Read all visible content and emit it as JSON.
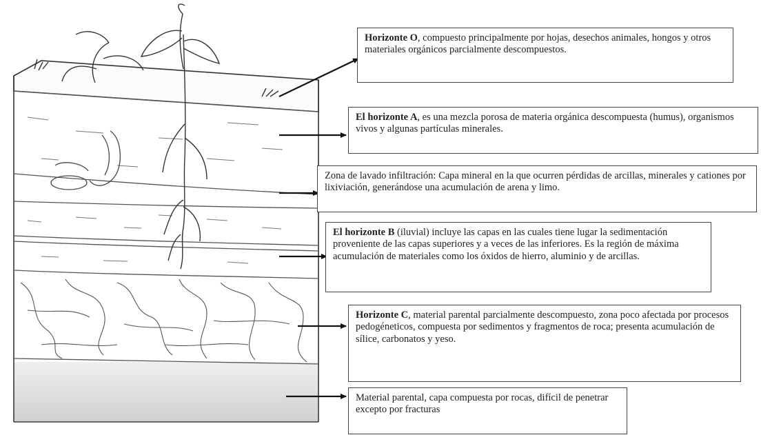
{
  "horizons": [
    {
      "bold": "Horizonte O",
      "text": ", compuesto principalmente por hojas, desechos animales, hongos y otros materiales orgánicos parcialmente descompuestos."
    },
    {
      "bold": "El horizonte A",
      "text": ", es una mezcla porosa de materia orgánica descompuesta (humus), organismos vivos y algunas partículas minerales."
    },
    {
      "bold": "",
      "text": "Zona de lavado infiltración: Capa mineral en la que ocurren pérdidas de arcillas, minerales y cationes por lixiviación, generándose una acumulación de arena y limo."
    },
    {
      "bold": "El horizonte B",
      "text": " (iluvial) incluye las capas en las cuales tiene lugar la sedimentación proveniente de las capas superiores y a veces de las inferiores. Es la región de máxima acumulación de materiales como los óxidos de hierro, aluminio y de arcillas."
    },
    {
      "bold": "Horizonte C",
      "text": ", material parental parcialmente descompuesto, zona poco afectada por procesos pedogéneticos, compuesta por sedimentos y fragmentos de roca; presenta acumulación de sílice, carbonatos y yeso."
    },
    {
      "bold": "",
      "text": "Material parental, capa compuesta por rocas, difícil de penetrar excepto por fracturas"
    }
  ]
}
